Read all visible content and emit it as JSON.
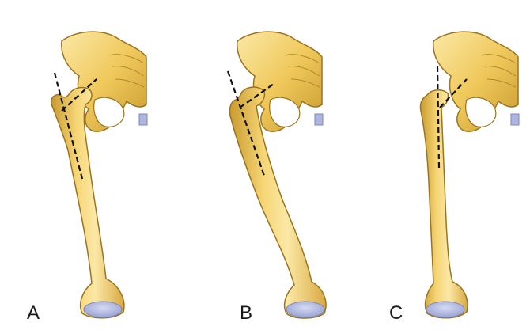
{
  "panels": [
    {
      "label": "A"
    },
    {
      "label": "B"
    },
    {
      "label": "C"
    }
  ],
  "colors": {
    "bone_fill": "#f0c95c",
    "bone_highlight": "#fbe8a6",
    "bone_shadow": "#c99a2e",
    "bone_outline": "#9a7420",
    "cartilage": "#aeb6e0",
    "cartilage_outline": "#7d86b8",
    "guide_line": "#111111"
  }
}
